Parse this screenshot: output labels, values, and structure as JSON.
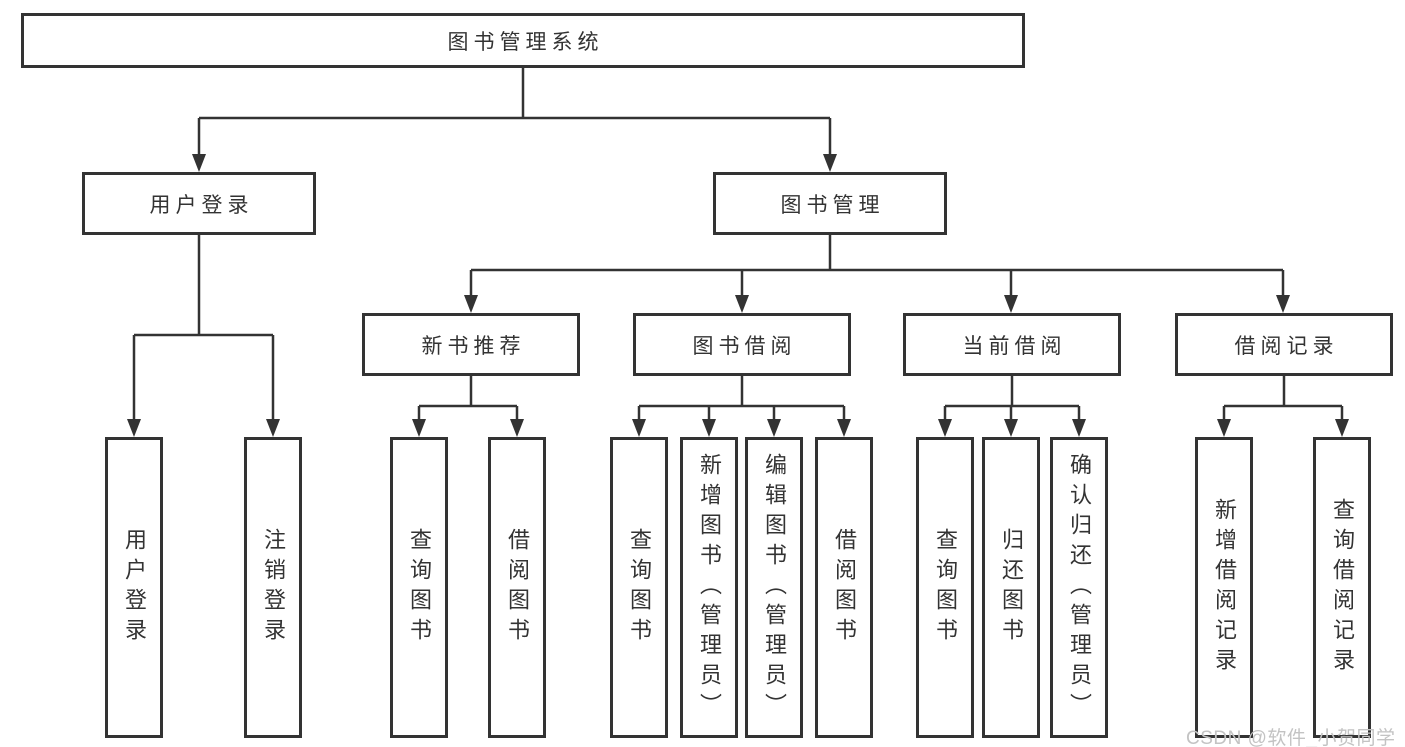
{
  "diagram": {
    "title": "图书管理系统",
    "level2": [
      "用户登录",
      "图书管理"
    ],
    "level3": [
      "新书推荐",
      "图书借阅",
      "当前借阅",
      "借阅记录"
    ],
    "login_children": [
      "用户登录",
      "注销登录"
    ],
    "newbook_children": [
      "查询图书",
      "借阅图书"
    ],
    "borrowing_children": [
      "查询图书",
      "新增图书（管理员）",
      "编辑图书（管理员）",
      "借阅图书"
    ],
    "current_children": [
      "查询图书",
      "归还图书",
      "确认归还（管理员）"
    ],
    "records_children": [
      "新增借阅记录",
      "查询借阅记录"
    ],
    "colors": {
      "line": "#333333",
      "text": "#333333",
      "box_fill": "#ffffff",
      "background": "#ffffff",
      "watermark": "#c3c3c3"
    }
  },
  "watermark": "CSDN @软件_小贺同学"
}
